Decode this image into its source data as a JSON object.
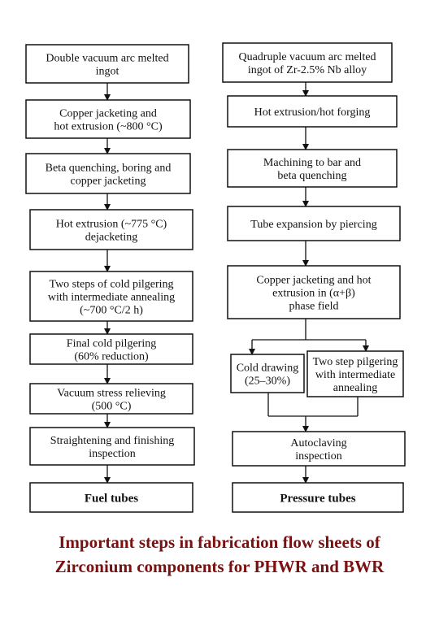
{
  "left_column": [
    {
      "id": "l1",
      "lines": [
        "Double vacuum arc melted",
        "ingot"
      ]
    },
    {
      "id": "l2",
      "lines": [
        "Copper jacketing and",
        "hot extrusion (~800 °C)"
      ]
    },
    {
      "id": "l3",
      "lines": [
        "Beta quenching, boring and",
        "copper jacketing"
      ]
    },
    {
      "id": "l4",
      "lines": [
        "Hot extrusion (~775 °C)",
        "dejacketing"
      ]
    },
    {
      "id": "l5",
      "lines": [
        "Two steps of cold pilgering",
        "with intermediate annealing",
        "(~700 °C/2 h)"
      ]
    },
    {
      "id": "l6",
      "lines": [
        "Final cold pilgering",
        "(60% reduction)"
      ]
    },
    {
      "id": "l7",
      "lines": [
        "Vacuum stress relieving",
        "(500 °C)"
      ]
    },
    {
      "id": "l8",
      "lines": [
        "Straightening and finishing",
        "inspection"
      ]
    },
    {
      "id": "l9",
      "lines": [
        "Fuel tubes"
      ],
      "bold": true
    }
  ],
  "right_column": [
    {
      "id": "r1",
      "lines": [
        "Quadruple vacuum arc melted",
        "ingot of Zr-2.5% Nb alloy"
      ]
    },
    {
      "id": "r2",
      "lines": [
        "Hot extrusion/hot forging"
      ]
    },
    {
      "id": "r3",
      "lines": [
        "Machining to bar and",
        "beta quenching"
      ]
    },
    {
      "id": "r4",
      "lines": [
        "Tube expansion by piercing"
      ]
    },
    {
      "id": "r5",
      "lines": [
        "Copper jacketing and hot",
        "extrusion in (α+β)",
        "phase field"
      ]
    },
    {
      "id": "r6a",
      "lines": [
        "Cold drawing",
        "(25–30%)"
      ]
    },
    {
      "id": "r6b",
      "lines": [
        "Two step pilgering",
        "with intermediate",
        "annealing"
      ]
    },
    {
      "id": "r7",
      "lines": [
        "Autoclaving",
        "inspection"
      ]
    },
    {
      "id": "r8",
      "lines": [
        "Pressure tubes"
      ],
      "bold": true
    }
  ],
  "caption": {
    "line1": "Important steps in fabrication flow sheets of",
    "line2": "Zirconium components for PHWR and BWR"
  },
  "colors": {
    "caption": "#7a1010",
    "stroke": "#111111"
  }
}
